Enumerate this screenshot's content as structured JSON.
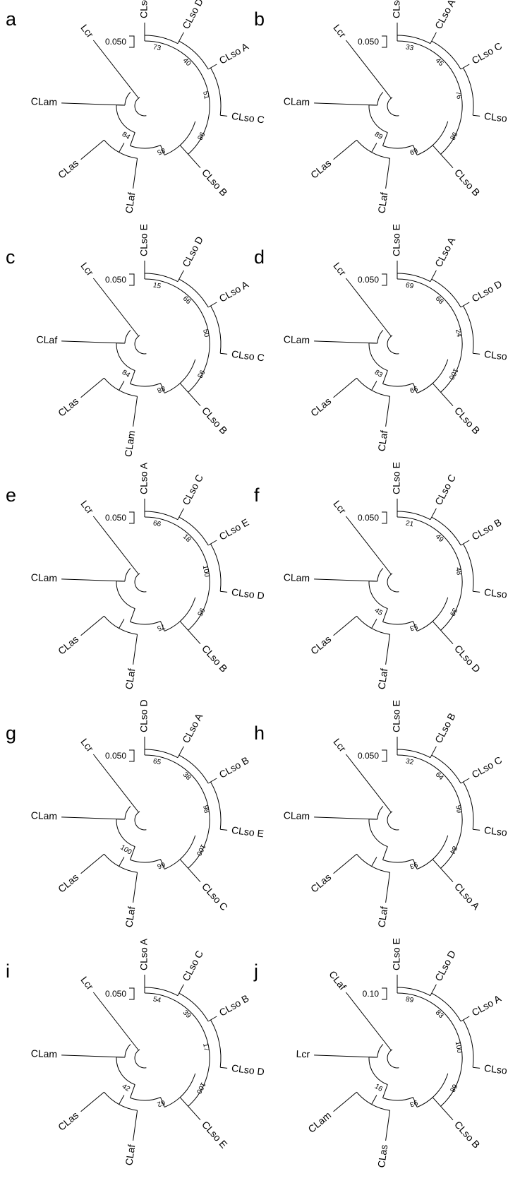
{
  "panels": [
    {
      "letter": "a",
      "scale": "0.050",
      "leaves": [
        "CLso E",
        "CLso D",
        "CLso A",
        "CLso C",
        "CLso B",
        "CLaf",
        "CLas",
        "CLam",
        "Lcr"
      ],
      "bootstrap": [
        "73",
        "40",
        "51",
        "98",
        "85",
        "84"
      ]
    },
    {
      "letter": "b",
      "scale": "0.050",
      "leaves": [
        "CLso E",
        "CLso A",
        "CLso C",
        "CLso D",
        "CLso B",
        "CLaf",
        "CLas",
        "CLam",
        "Lcr"
      ],
      "bootstrap": [
        "33",
        "45",
        "76",
        "98",
        "69",
        "89"
      ]
    },
    {
      "letter": "c",
      "scale": "0.050",
      "leaves": [
        "CLso E",
        "CLso D",
        "CLso A",
        "CLso C",
        "CLso B",
        "CLam",
        "CLas",
        "CLaf",
        "Lcr"
      ],
      "bootstrap": [
        "15",
        "66",
        "50",
        "93",
        "88",
        "84"
      ]
    },
    {
      "letter": "d",
      "scale": "0.050",
      "leaves": [
        "CLso E",
        "CLso A",
        "CLso D",
        "CLso C",
        "CLso B",
        "CLaf",
        "CLas",
        "CLam",
        "Lcr"
      ],
      "bootstrap": [
        "69",
        "68",
        "24",
        "100",
        "99",
        "83"
      ]
    },
    {
      "letter": "e",
      "scale": "0.050",
      "leaves": [
        "CLso A",
        "CLso C",
        "CLso E",
        "CLso D",
        "CLso B",
        "CLaf",
        "CLas",
        "CLam",
        "Lcr"
      ],
      "bootstrap": [
        "66",
        "18",
        "100",
        "95",
        "75"
      ]
    },
    {
      "letter": "f",
      "scale": "0.050",
      "leaves": [
        "CLso E",
        "CLso C",
        "CLso B",
        "CLso A",
        "CLso D",
        "CLaf",
        "CLas",
        "CLam",
        "Lcr"
      ],
      "bootstrap": [
        "21",
        "49",
        "48",
        "39",
        "53",
        "45"
      ]
    },
    {
      "letter": "g",
      "scale": "0.050",
      "leaves": [
        "CLso D",
        "CLso A",
        "CLso B",
        "CLso E",
        "CLso C",
        "CLaf",
        "CLas",
        "CLam",
        "Lcr"
      ],
      "bootstrap": [
        "65",
        "38",
        "98",
        "100",
        "66",
        "100"
      ]
    },
    {
      "letter": "h",
      "scale": "0.050",
      "leaves": [
        "CLso E",
        "CLso B",
        "CLso C",
        "CLso D",
        "CLso A",
        "CLaf",
        "CLas",
        "CLam",
        "Lcr"
      ],
      "bootstrap": [
        "32",
        "64",
        "99",
        "84",
        "93"
      ]
    },
    {
      "letter": "i",
      "scale": "0.050",
      "leaves": [
        "CLso A",
        "CLso C",
        "CLso B",
        "CLso D",
        "CLso E",
        "CLaf",
        "CLas",
        "CLam",
        "Lcr"
      ],
      "bootstrap": [
        "54",
        "39",
        "17",
        "100",
        "62",
        "42"
      ]
    },
    {
      "letter": "j",
      "scale": "0.10",
      "leaves": [
        "CLso E",
        "CLso D",
        "CLso A",
        "CLso C",
        "CLso B",
        "CLas",
        "CLam",
        "Lcr",
        "CLaf"
      ],
      "bootstrap": [
        "89",
        "83",
        "100",
        "68",
        "93",
        "16"
      ]
    }
  ]
}
